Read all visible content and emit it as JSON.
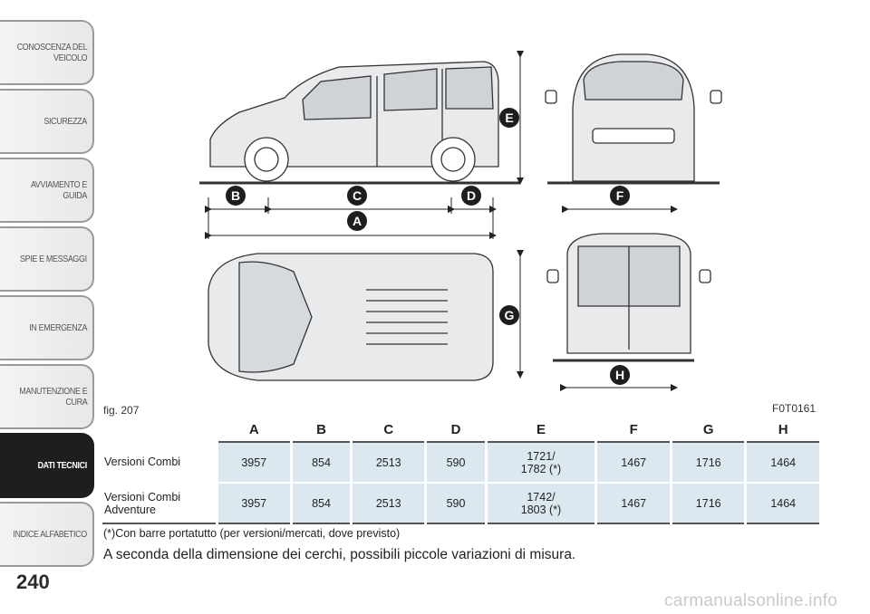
{
  "sidebar": {
    "items": [
      {
        "label": "CONOSCENZA DEL\nVEICOLO",
        "active": false
      },
      {
        "label": "SICUREZZA",
        "active": false
      },
      {
        "label": "AVVIAMENTO E\nGUIDA",
        "active": false
      },
      {
        "label": "SPIE E MESSAGGI",
        "active": false
      },
      {
        "label": "IN EMERGENZA",
        "active": false
      },
      {
        "label": "MANUTENZIONE E\nCURA",
        "active": false
      },
      {
        "label": "DATI TECNICI",
        "active": true
      },
      {
        "label": "INDICE ALFABETICO",
        "active": false
      }
    ],
    "page_number": "240"
  },
  "figure": {
    "caption": "fig. 207",
    "code": "F0T0161",
    "markers": [
      "A",
      "B",
      "C",
      "D",
      "E",
      "F",
      "G",
      "H"
    ]
  },
  "table": {
    "columns": [
      "A",
      "B",
      "C",
      "D",
      "E",
      "F",
      "G",
      "H"
    ],
    "rows": [
      {
        "label": "Versioni Combi",
        "values": [
          "3957",
          "854",
          "2513",
          "590",
          "1721/\n1782 (*)",
          "1467",
          "1716",
          "1464"
        ]
      },
      {
        "label": "Versioni Combi\nAdventure",
        "values": [
          "3957",
          "854",
          "2513",
          "590",
          "1742/\n1803 (*)",
          "1467",
          "1716",
          "1464"
        ]
      }
    ]
  },
  "footnote": "(*)Con barre portatutto (per versioni/mercati, dove previsto)",
  "note": "A seconda della dimensione dei cerchi, possibili piccole variazioni di misura.",
  "watermark": "carmanualsonline.info",
  "colors": {
    "accent": "#1e1e1e",
    "table_cell": "#dce8ef",
    "marker": "#1e1e1e"
  }
}
